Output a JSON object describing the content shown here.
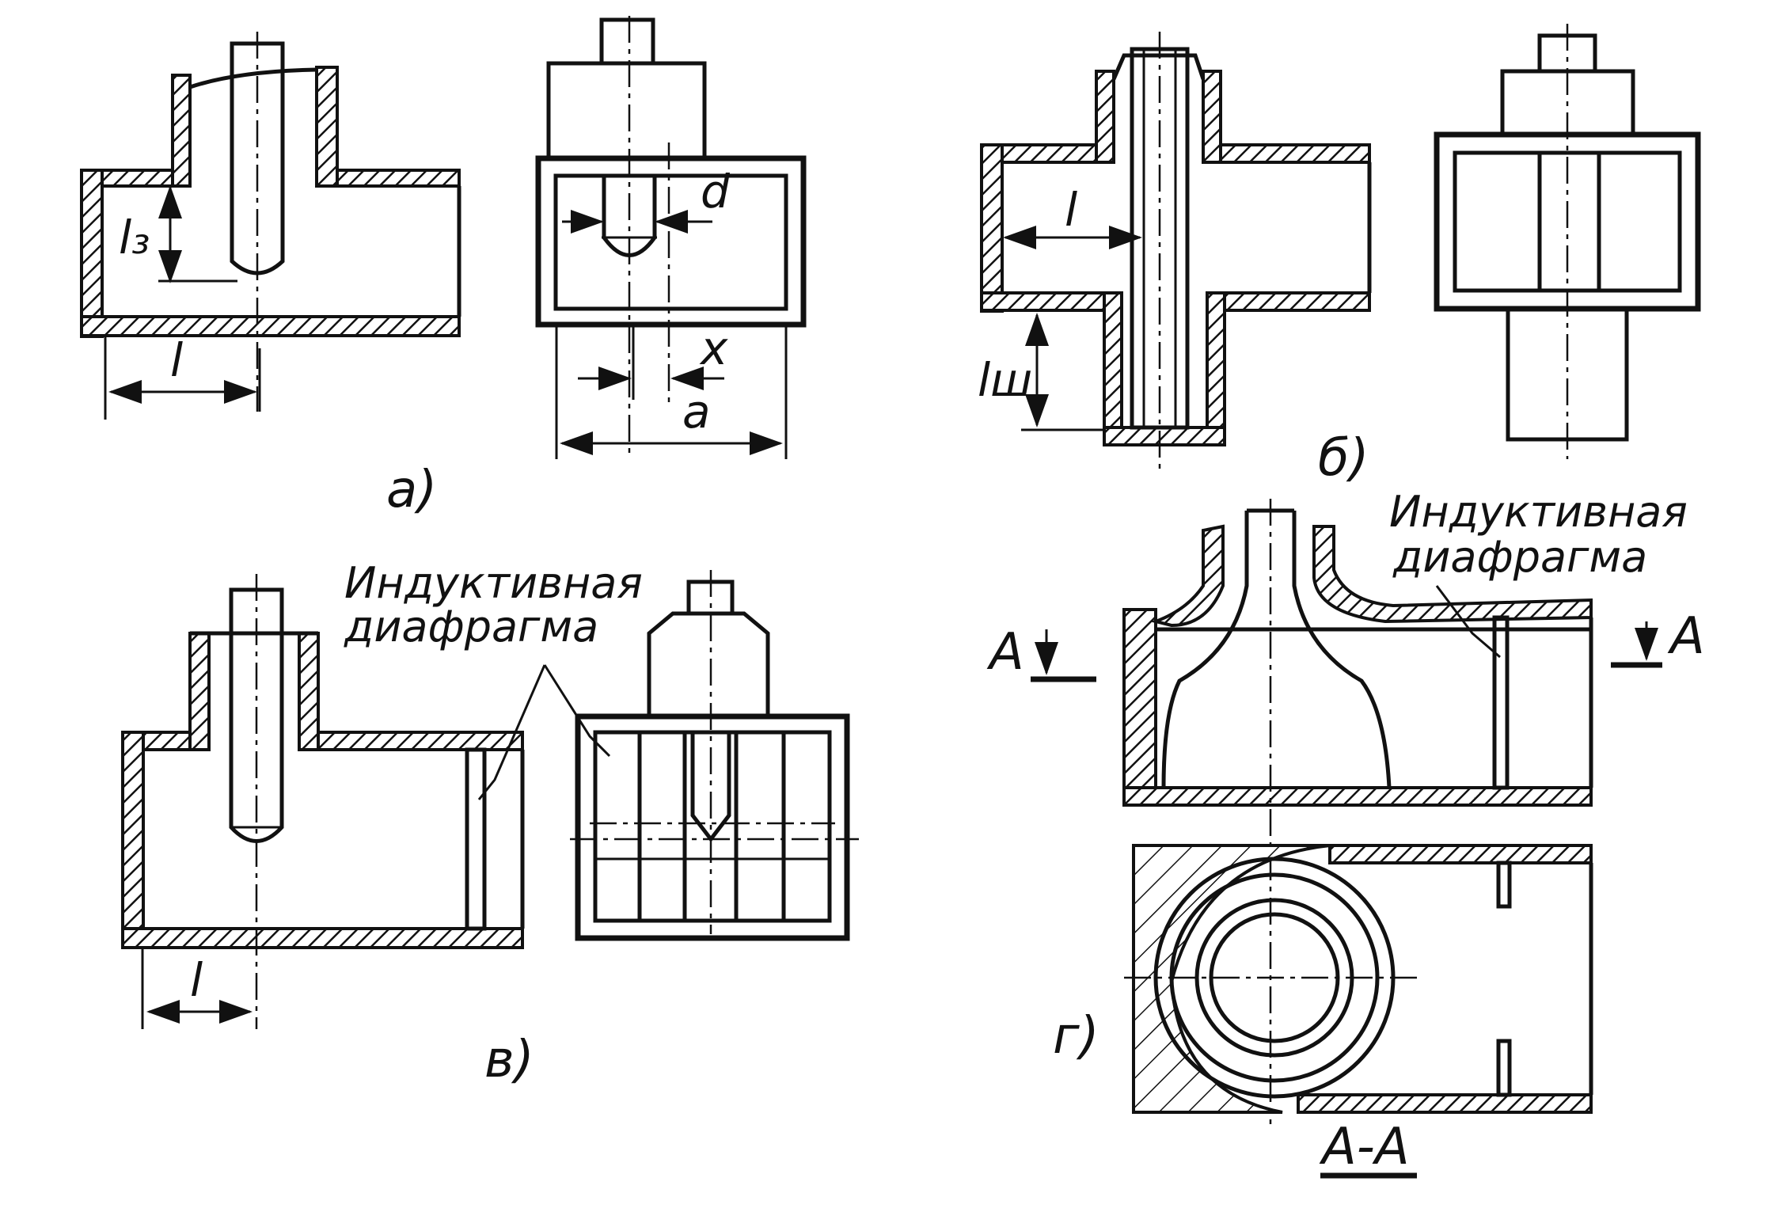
{
  "figure": {
    "panels": [
      {
        "id": "a",
        "caption": "а)",
        "dims": [
          "l₃",
          "l",
          "d",
          "x",
          "a",
          "a"
        ]
      },
      {
        "id": "b",
        "caption": "б)",
        "dims": [
          "l",
          "lш"
        ]
      },
      {
        "id": "v",
        "caption": "в)",
        "dims": [
          "l"
        ],
        "note_line1": "Индуктивная",
        "note_line2": "диафрагма"
      },
      {
        "id": "g",
        "caption": "г)",
        "note_line1": "Индуктивная",
        "note_line2": "диафрагма",
        "section_mark": "A",
        "section_label": "А-А"
      }
    ]
  }
}
